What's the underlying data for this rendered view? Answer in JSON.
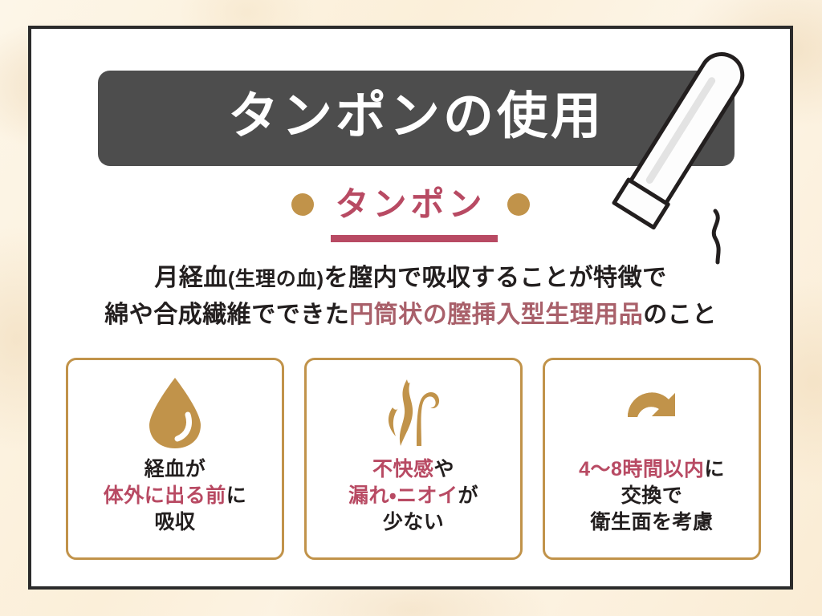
{
  "colors": {
    "background_cream": "#fcf3e2",
    "panel_white": "#ffffff",
    "frame_dark": "#2b2b2b",
    "banner_gray": "#4d4d4d",
    "gold": "#c1934a",
    "crimson": "#b84a63",
    "body_highlight": "#a9606a",
    "text_dark": "#231f1f"
  },
  "header": {
    "title": "タンポンの使用",
    "illustration_name": "tampon-applicator"
  },
  "subtitle": {
    "label": "タンポン",
    "left_dot": "●",
    "right_dot": "●"
  },
  "body": {
    "line1_a": "月経血",
    "line1_paren": "(生理の血)",
    "line1_b": "を膣内で吸収することが特徴で",
    "line2_a": "綿や合成繊維でできた",
    "line2_highlight": "円筒状の膣挿入型生理用品",
    "line2_b": "のこと"
  },
  "cards": [
    {
      "icon": "droplet-icon",
      "line1_plain": "経血が",
      "line2_highlight": "体外に出る前",
      "line2_plain": "に",
      "line3_plain": "吸収"
    },
    {
      "icon": "odor-steam-icon",
      "line1_highlight": "不快感",
      "line1_plain": "や",
      "line2_highlight": "漏れ・ニオイ",
      "line2_plain": "が",
      "line3_plain": "少ない"
    },
    {
      "icon": "refresh-cycle-icon",
      "line1_highlight": "4〜8時間以内",
      "line1_plain": "に",
      "line2_plain": "交換で",
      "line3_plain": "衛生面を考慮"
    }
  ]
}
